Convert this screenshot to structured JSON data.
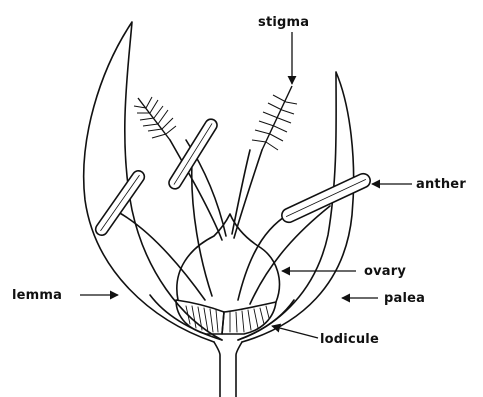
{
  "diagram": {
    "labels": {
      "stigma": "stigma",
      "anther": "anther",
      "ovary": "ovary",
      "lemma": "lemma",
      "palea": "palea",
      "lodicule": "lodicule"
    }
  }
}
